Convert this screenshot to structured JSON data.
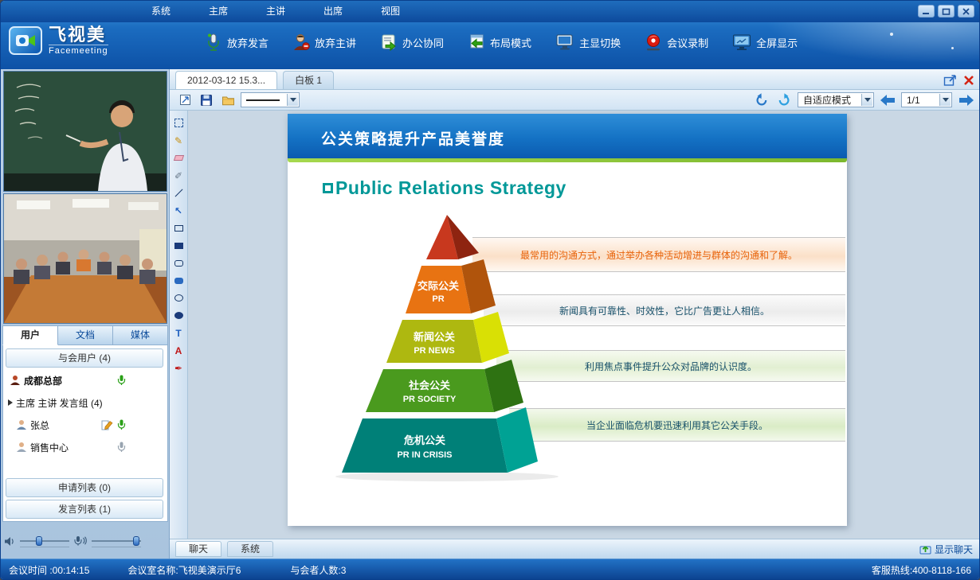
{
  "titlebar": {
    "menu": [
      {
        "label": "系统"
      },
      {
        "label": "主席"
      },
      {
        "label": "主讲"
      },
      {
        "label": "出席"
      },
      {
        "label": "视图"
      }
    ]
  },
  "brand": {
    "name": "飞视美",
    "subtitle": "Facemeeting"
  },
  "toolbar": {
    "buttons": [
      {
        "label": "放弃发言",
        "icon": "mic-icon"
      },
      {
        "label": "放弃主讲",
        "icon": "presenter-icon"
      },
      {
        "label": "办公协同",
        "icon": "office-collab-icon"
      },
      {
        "label": "布局模式",
        "icon": "layout-mode-icon"
      },
      {
        "label": "主显切换",
        "icon": "display-switch-icon"
      },
      {
        "label": "会议录制",
        "icon": "record-icon"
      },
      {
        "label": "全屏显示",
        "icon": "fullscreen-icon"
      }
    ]
  },
  "sidebar": {
    "tabs": [
      {
        "label": "用户",
        "active": true
      },
      {
        "label": "文档",
        "active": false
      },
      {
        "label": "媒体",
        "active": false
      }
    ],
    "participants_header": "与会用户 (4)",
    "users": [
      {
        "name": "成都总部",
        "mic": "on"
      },
      {
        "name": "主席 主讲 发言组 (4)",
        "type": "group"
      },
      {
        "name": "张总",
        "edit": true,
        "mic": "on"
      },
      {
        "name": "销售中心",
        "mic": "off"
      }
    ],
    "request_list": "申请列表 (0)",
    "speaker_list": "发言列表 (1)"
  },
  "whiteboard": {
    "doc_tabs": [
      {
        "label": "2012-03-12 15.3...",
        "active": true
      },
      {
        "label": "白板 1",
        "active": false
      }
    ],
    "fit_mode": "自适应模式",
    "page": "1/1",
    "tools": [
      "select",
      "pen",
      "eraser",
      "brush",
      "line",
      "arrow",
      "rectangle",
      "filled-rectangle",
      "rounded-rectangle",
      "filled-rounded-rectangle",
      "ellipse",
      "filled-ellipse",
      "text",
      "font-color",
      "laser-pointer"
    ]
  },
  "slide": {
    "header_title": "公关策略提升产品美誉度",
    "title": "Public Relations Strategy",
    "pyramid": [
      {
        "label": "交际公关",
        "sub": "PR",
        "desc": "最常用的沟通方式，通过举办各种活动增进与群体的沟通和了解。"
      },
      {
        "label": "新闻公关",
        "sub": "PR NEWS",
        "desc": "新闻具有可靠性、时效性，它比广告更让人相信。"
      },
      {
        "label": "社会公关",
        "sub": "PR SOCIETY",
        "desc": "利用焦点事件提升公众对品牌的认识度。"
      },
      {
        "label": "危机公关",
        "sub": "PR  IN CRISIS",
        "desc": "当企业面临危机要迅速利用其它公关手段。"
      }
    ]
  },
  "chat": {
    "tabs": [
      {
        "label": "聊天",
        "active": true
      },
      {
        "label": "系统",
        "active": false
      }
    ],
    "show_chat": "显示聊天"
  },
  "statusbar": {
    "meeting_time": "会议时间 :00:14:15",
    "room_name": "会议室名称:飞视美演示厅6",
    "participants": "与会者人数:3",
    "hotline": "客服热线:400-8118-166"
  },
  "colors": {
    "accent_blue": "#1565bc",
    "slide_header_blue": "#1173c4",
    "green_bar": "#8dc63f",
    "pyramid_front": [
      "#c8381e",
      "#e87312",
      "#aeb810",
      "#4a9a1e",
      "#008078"
    ],
    "pyramid_side": [
      "#8e2410",
      "#b0540c",
      "#d9e005",
      "#2e7212",
      "#00a294"
    ]
  }
}
